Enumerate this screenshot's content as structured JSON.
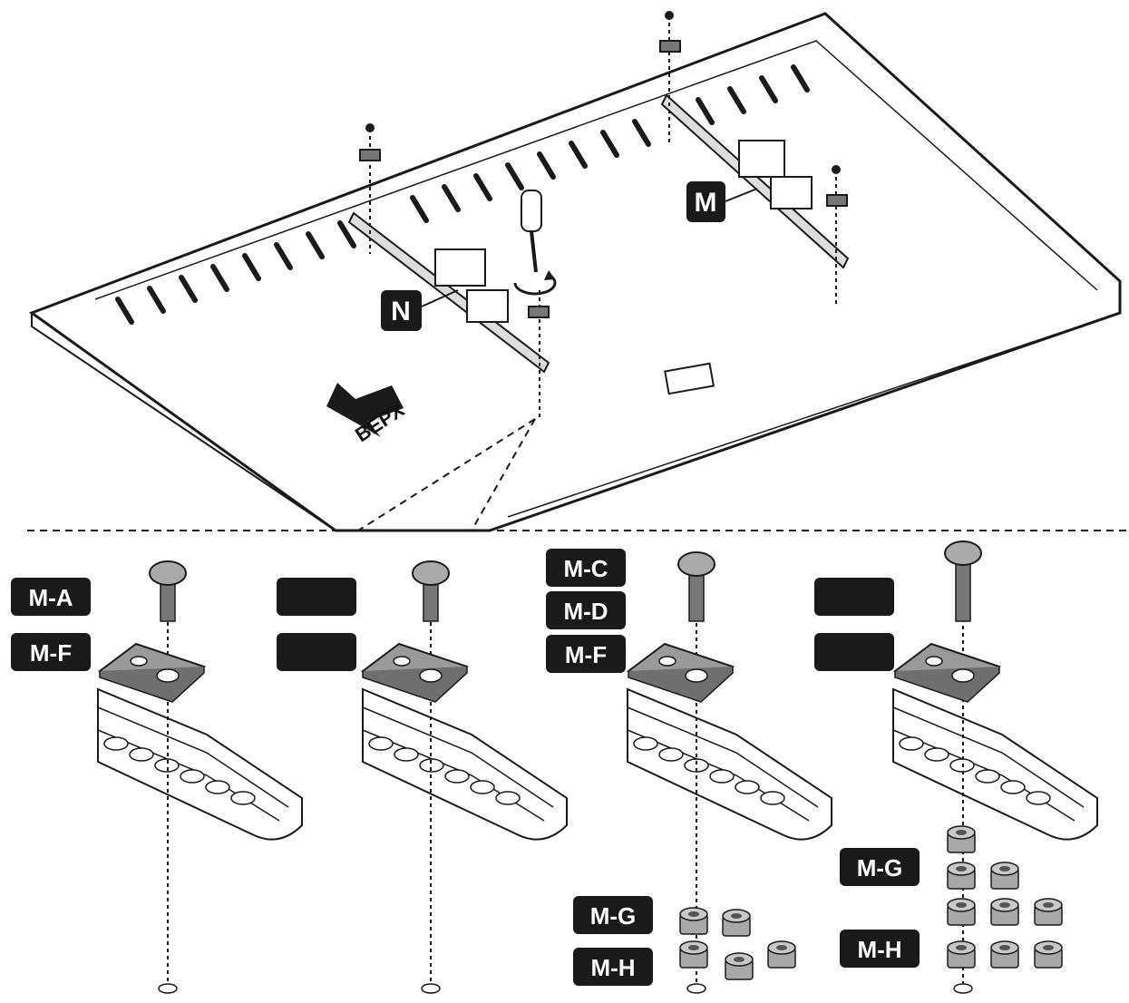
{
  "labels": {
    "n": "N",
    "m": "M",
    "direction_text": "ВЕРХ",
    "ma": "M-A",
    "mf1": "M-F",
    "mc": "M-C",
    "md": "M-D",
    "mf3": "M-F",
    "mg3": "M-G",
    "mh3": "M-H",
    "mg4": "M-G",
    "mh4": "M-H"
  },
  "colors": {
    "label_bg": "#1a1a1a",
    "line": "#1a1a1a",
    "spacer": "#a8a8a8",
    "plate": "#9a9a9a"
  }
}
